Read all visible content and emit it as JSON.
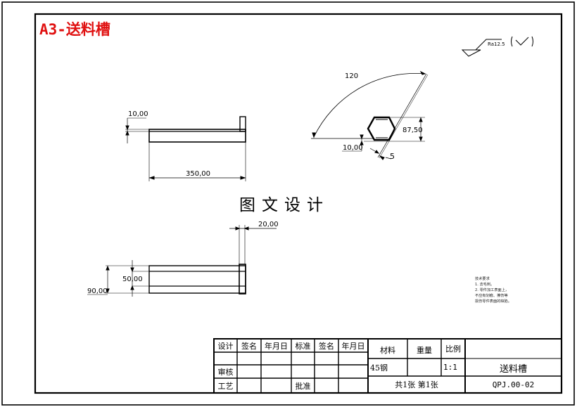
{
  "sheet": {
    "title": "A3-送料槽",
    "title_color": "#e01010",
    "watermark": "图文设计"
  },
  "surface_finish": {
    "label": "Ra12.5",
    "suffix": "(√)",
    "icon": "surface-roughness-icon"
  },
  "views": {
    "front_view": {
      "dims": {
        "thickness": "10,00",
        "length": "350,00"
      }
    },
    "section_view": {
      "dims": {
        "angle": "120",
        "height": "87,50",
        "offset": "10,00",
        "gap": "5"
      }
    },
    "top_view": {
      "dims": {
        "flange": "20,00",
        "inner_width": "50,00",
        "outer_width": "90,00"
      }
    }
  },
  "tech_notes": {
    "heading": "技术要求",
    "lines": [
      "1. 去毛刺。",
      "2. 零件加工表面上，",
      "不应有划痕、擦伤等",
      "损伤零件表面的缺陷。"
    ]
  },
  "title_block": {
    "header": [
      "设计",
      "签名",
      "年月日",
      "标准",
      "签名",
      "年月日"
    ],
    "row_review": "审核",
    "row_process": "工艺",
    "approve": "批准",
    "material_label": "材料",
    "weight_label": "重量",
    "scale_label": "比例",
    "material": "45钢",
    "weight": "",
    "scale": "1:1",
    "sheets": "共1张 第1张",
    "part_name": "送料槽",
    "drawing_no": "QPJ.00-02"
  }
}
